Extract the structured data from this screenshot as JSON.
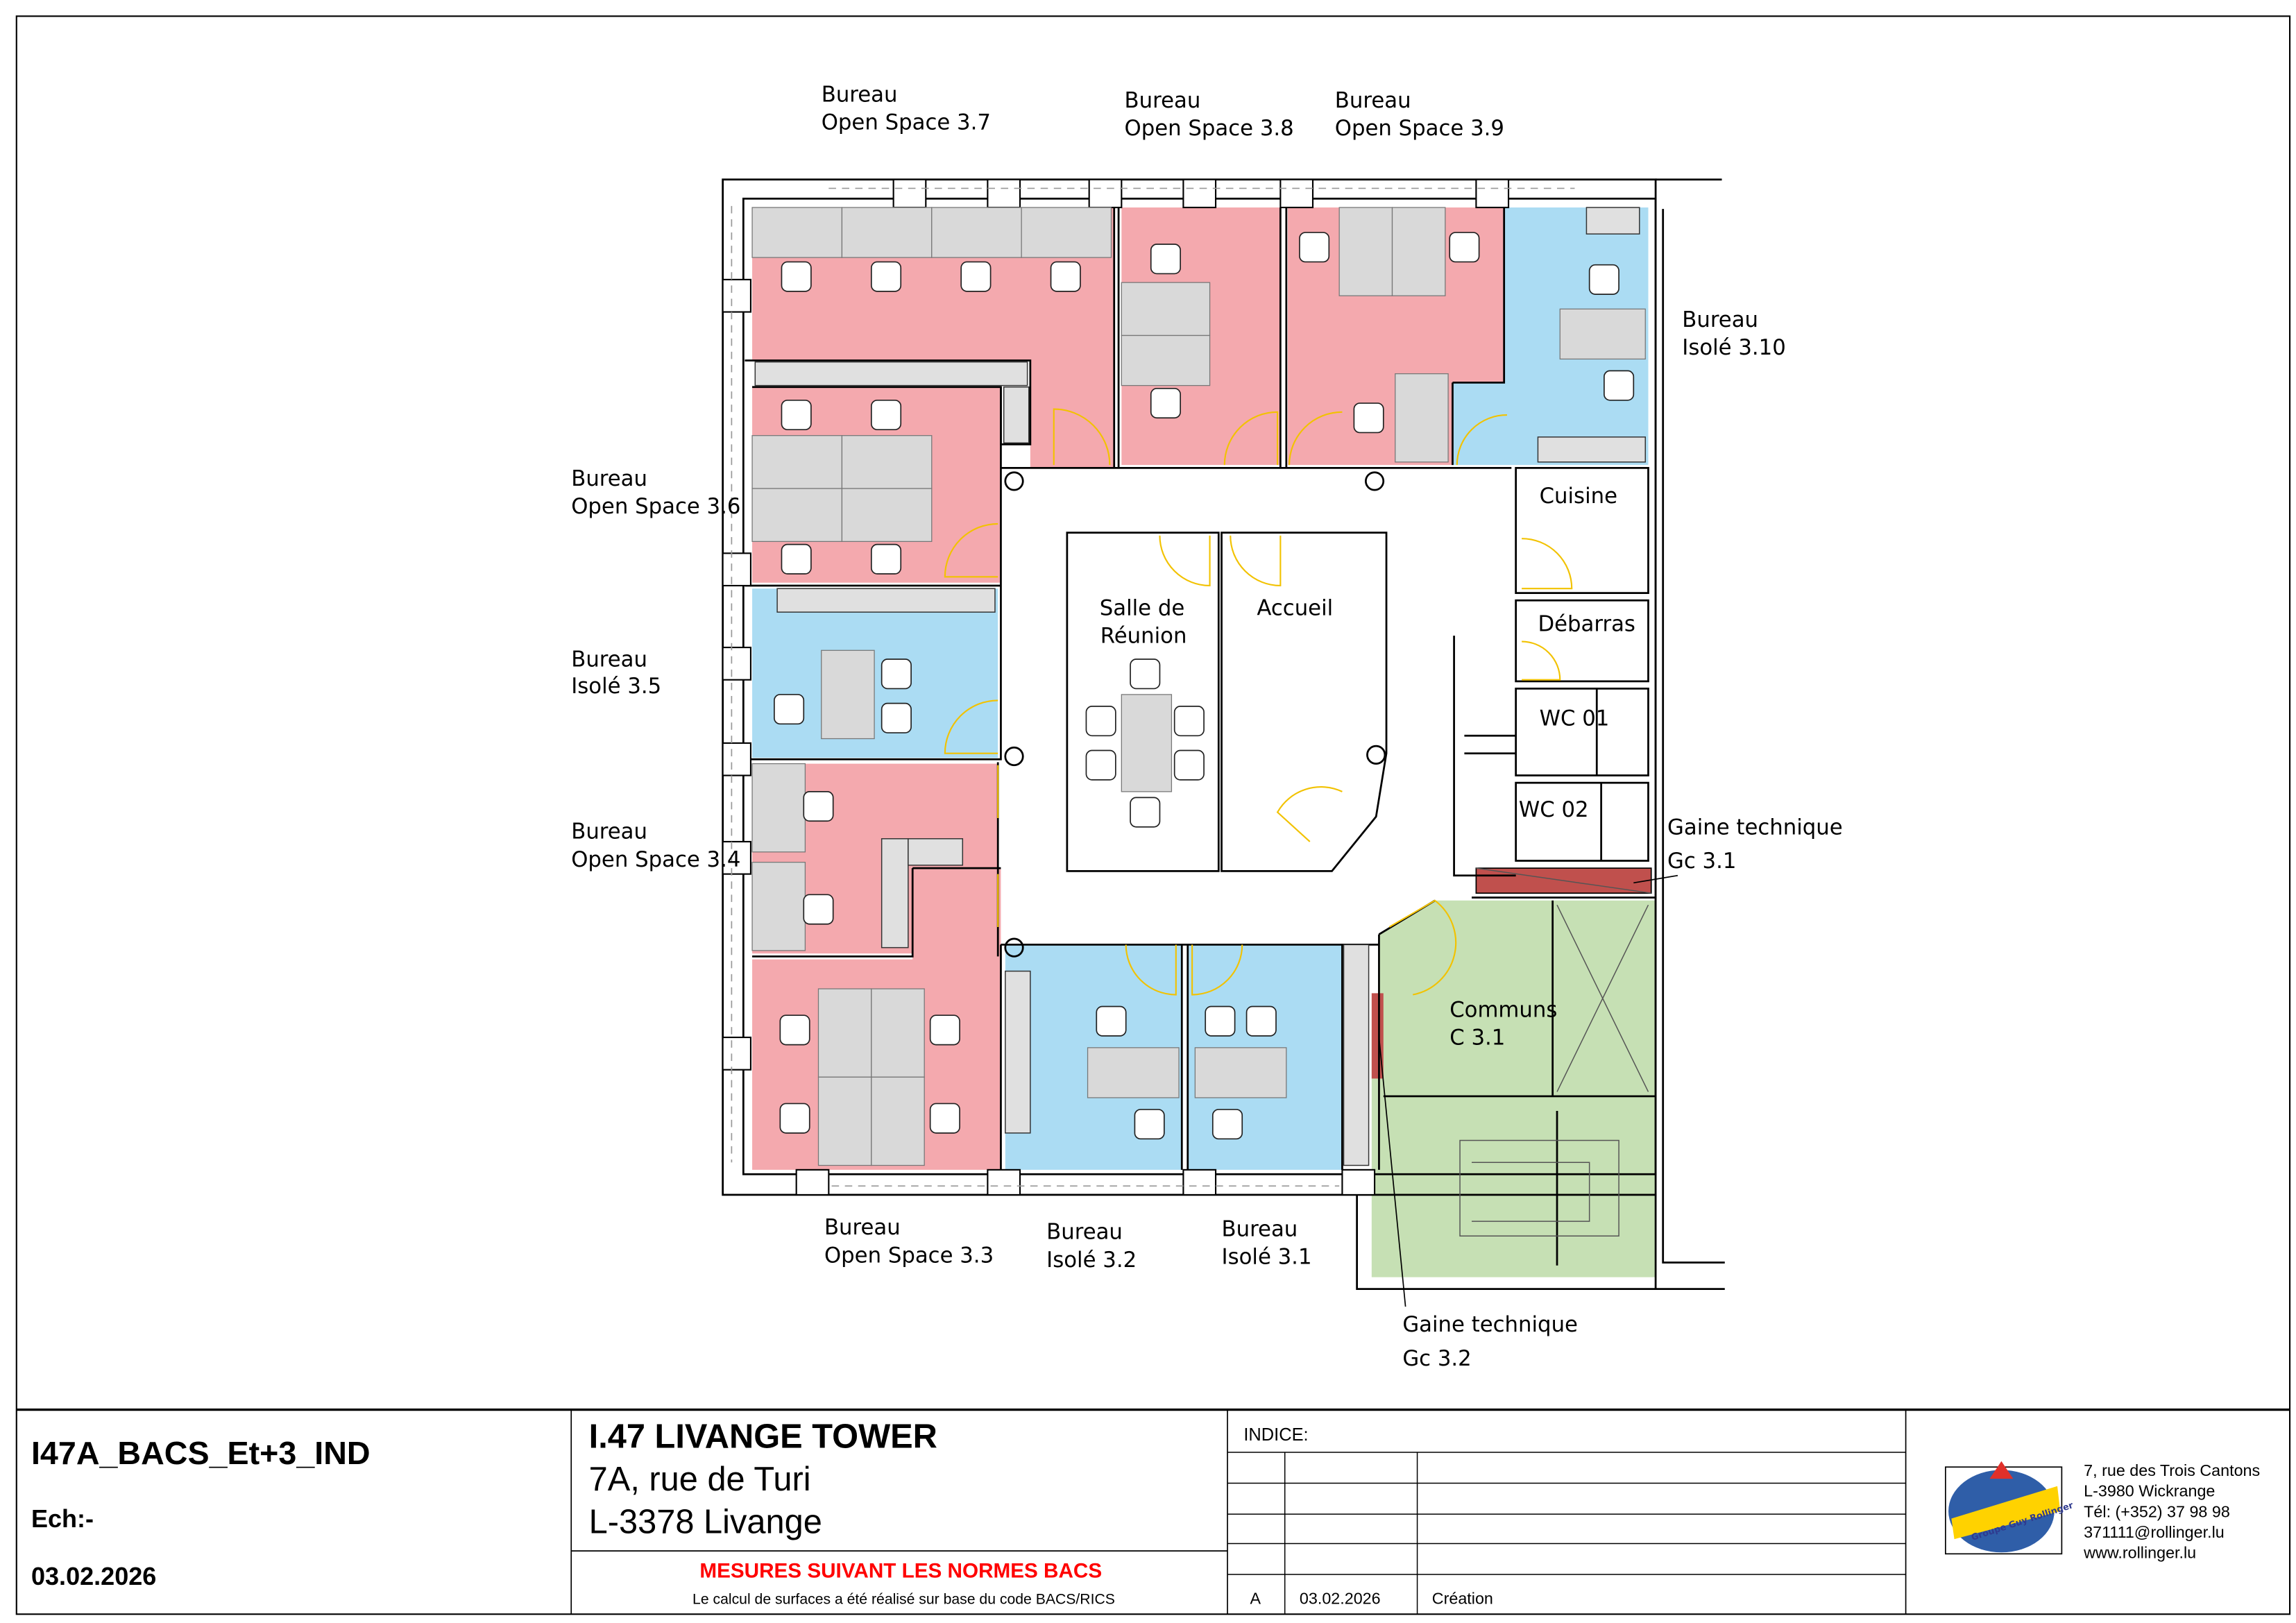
{
  "rooms": {
    "os37": {
      "l1": "Bureau",
      "l2": "Open Space 3.7"
    },
    "os38": {
      "l1": "Bureau",
      "l2": "Open Space 3.8"
    },
    "os39": {
      "l1": "Bureau",
      "l2": "Open Space 3.9"
    },
    "is310": {
      "l1": "Bureau",
      "l2": "Isolé 3.10"
    },
    "os36": {
      "l1": "Bureau",
      "l2": "Open Space 3.6"
    },
    "is35": {
      "l1": "Bureau",
      "l2": "Isolé 3.5"
    },
    "os34": {
      "l1": "Bureau",
      "l2": "Open Space 3.4"
    },
    "os33": {
      "l1": "Bureau",
      "l2": "Open Space 3.3"
    },
    "is32": {
      "l1": "Bureau",
      "l2": "Isolé 3.2"
    },
    "is31": {
      "l1": "Bureau",
      "l2": "Isolé 3.1"
    },
    "reunion": {
      "l1": "Salle de",
      "l2": "Réunion"
    },
    "accueil": "Accueil",
    "cuisine": "Cuisine",
    "debarras": "Débarras",
    "wc01": "WC 01",
    "wc02": "WC 02",
    "gc31": {
      "l1": "Gaine technique",
      "l2": "Gc 3.1"
    },
    "gc32": {
      "l1": "Gaine technique",
      "l2": "Gc 3.2"
    },
    "communs": {
      "l1": "Communs",
      "l2": "C 3.1"
    }
  },
  "colors": {
    "open_space": "#f4a9ae",
    "isole": "#abdcf3",
    "communs": "#c6e0b4",
    "gaine": "#c0504d",
    "door": "#f2c200"
  },
  "title_block": {
    "drawing_id": "I47A_BACS_Et+3_IND",
    "scale": "Ech:-",
    "date": "03.02.2026",
    "project": "I.47 LIVANGE TOWER",
    "address1": "7A, rue de Turi",
    "address2": "L-3378 Livange",
    "norms": "MESURES SUIVANT LES NORMES BACS",
    "norms_note": "Le calcul de surfaces a été réalisé sur base du code BACS/RICS",
    "indice_label": "INDICE:",
    "revisions": [
      {
        "indice": "A",
        "date": "03.02.2026",
        "description": "Création"
      }
    ]
  },
  "company": {
    "logo_text": "Groupe Guy Rollinger",
    "street": "7, rue des Trois Cantons",
    "city": "L-3980 Wickrange",
    "phone": "Tél: (+352) 37 98 98",
    "email": "371111@rollinger.lu",
    "web": "www.rollinger.lu"
  }
}
